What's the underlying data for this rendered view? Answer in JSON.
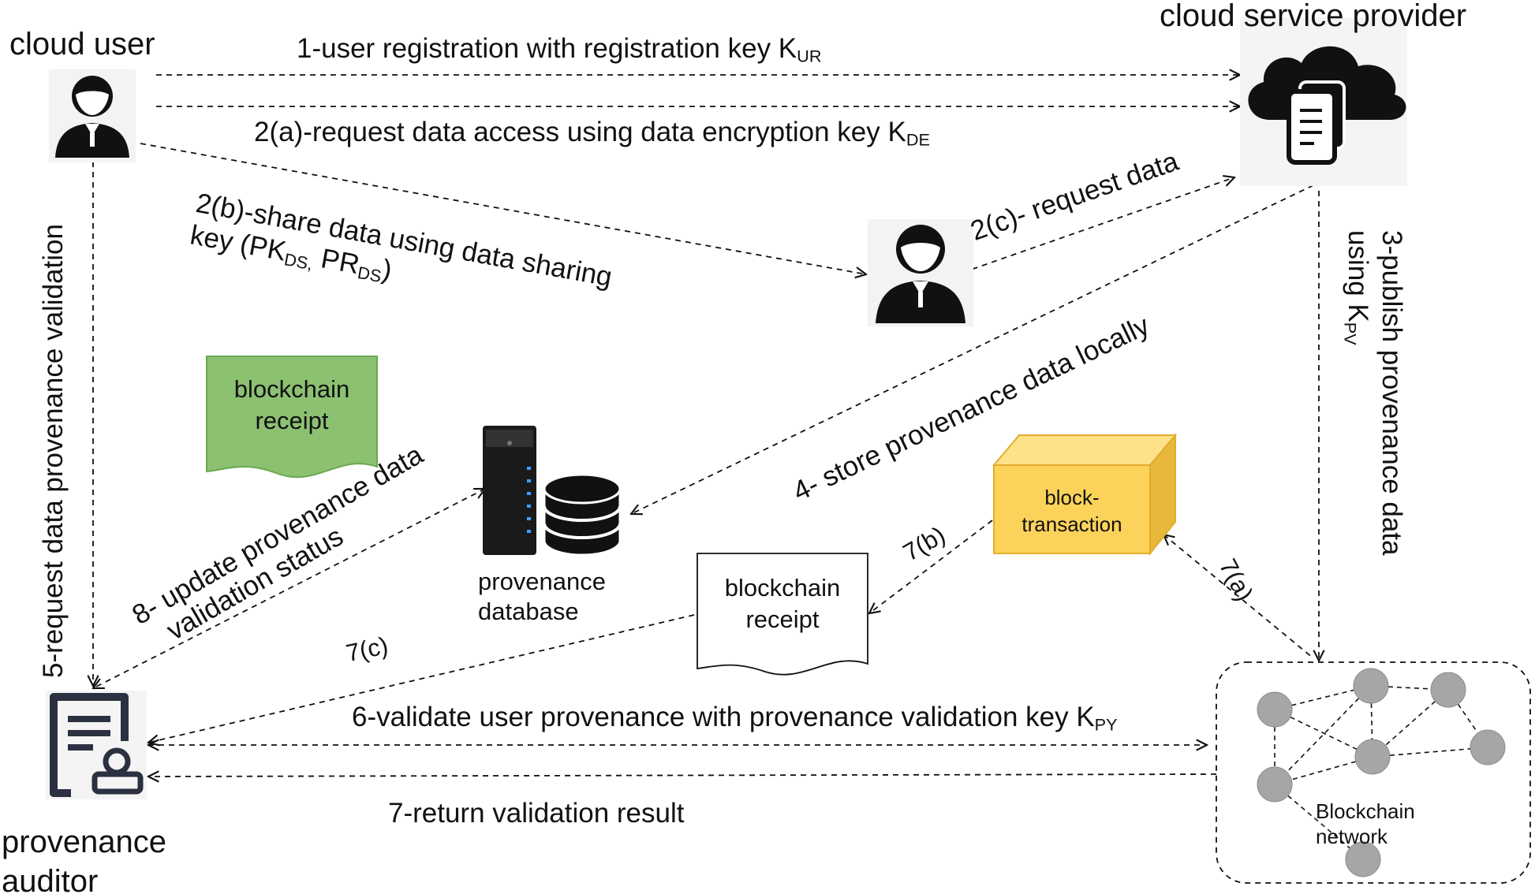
{
  "actors": {
    "cloud_user": "cloud user",
    "cloud_service_provider": "cloud service provider",
    "provenance_auditor": [
      "provenance",
      "auditor"
    ]
  },
  "objects": {
    "provenance_database": [
      "provenance",
      "database"
    ],
    "blockchain_receipt_green": [
      "blockchain",
      "receipt"
    ],
    "blockchain_receipt": [
      "blockchain",
      "receipt"
    ],
    "block_transaction": [
      "block-",
      "transaction"
    ],
    "blockchain_network": [
      "Blockchain",
      "network"
    ]
  },
  "flows": {
    "f1": {
      "text": "1-user registration with registration key K",
      "sub": "UR"
    },
    "f2a": {
      "text": "2(a)-request data access using data encryption key K",
      "sub": "DE"
    },
    "f2b_line1": "2(b)-share data using data sharing",
    "f2b_line2": {
      "a": "key (PK",
      "s1": "DS,",
      "b": " PR",
      "s2": "DS",
      "c": ")"
    },
    "f2c": "2(c)- request data",
    "f3_line1": "3-publish provenance data",
    "f3_line2": {
      "text": "using K",
      "sub": "PV"
    },
    "f4": "4- store provenance data locally",
    "f5": "5-request data provenance validation",
    "f6": {
      "text": "6-validate user provenance with provenance validation key K",
      "sub": "PY"
    },
    "f7": "7-return validation result",
    "f7a": "7(a)",
    "f7b": "7(b)",
    "f7c": "7(c)",
    "f8_line1": "8- update provenance data",
    "f8_line2": "validation status"
  },
  "colors": {
    "green_receipt_fill": "#8cc172",
    "green_receipt_stroke": "#6aa84f",
    "block_front": "#fcd35a",
    "block_side": "#e8b83c",
    "block_top": "#fde28a",
    "node_fill": "#a6a6a6",
    "icon_dark": "#111111",
    "auditor_icon": "#2b3140"
  }
}
